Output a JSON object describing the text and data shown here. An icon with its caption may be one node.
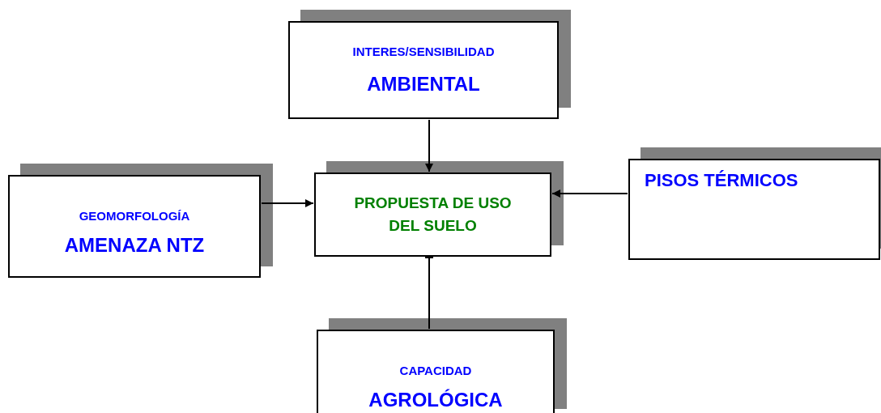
{
  "diagram": {
    "nodes": [
      {
        "text": [
          "INTERES/SENSIBILIDAD",
          "AMBIENTAL"
        ]
      },
      {
        "text": [
          "GEOMORFOLOGÍA",
          "AMENAZA NTZ"
        ]
      },
      {
        "text": [
          "PROPUESTA DE USO DEL SUELO"
        ]
      },
      {
        "text": [
          "PISOS TÉRMICOS"
        ]
      },
      {
        "text": [
          "CAPACIDAD",
          "AGROLÓGICA"
        ]
      }
    ],
    "edges": [
      {
        "from": 0,
        "to": 2,
        "arrow": "to"
      },
      {
        "from": 1,
        "to": 2,
        "arrow": "to"
      },
      {
        "from": 3,
        "to": 2,
        "arrow": "to"
      },
      {
        "from": 4,
        "to": 2,
        "arrow": "other"
      }
    ]
  }
}
